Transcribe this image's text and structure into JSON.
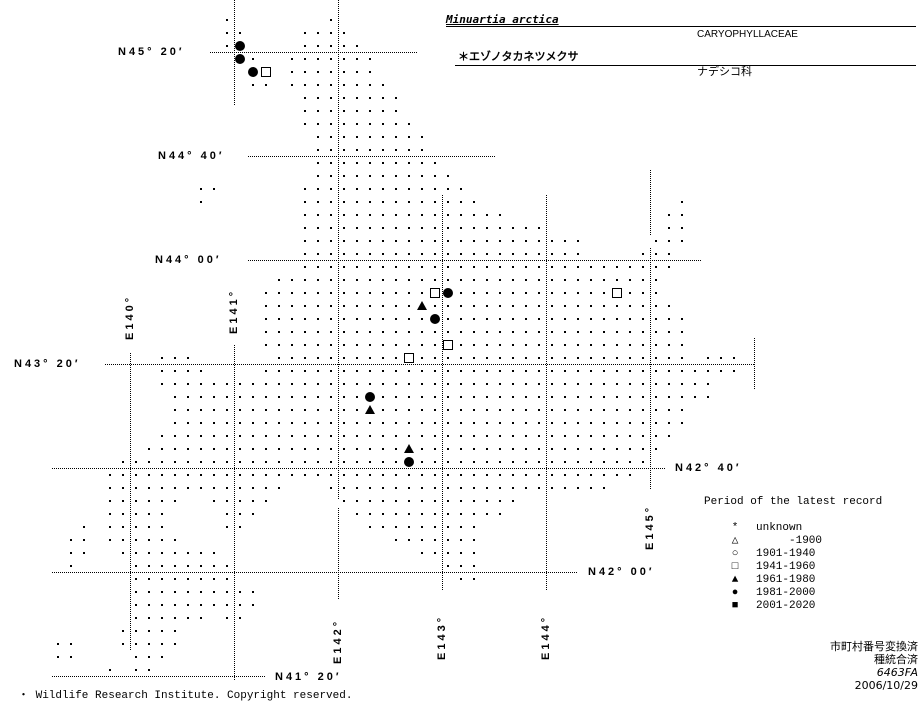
{
  "header": {
    "scientific_name": "Minuartia arctica",
    "family_latin": "CARYOPHYLLACEAE",
    "japanese_name": "＊エゾノタカネツメクサ",
    "family_japanese": "ナデシコ科"
  },
  "grid_labels": {
    "lat": [
      "N45° 20′",
      "N44° 40′",
      "N44° 00′",
      "N43° 20′",
      "N42° 40′",
      "N42° 00′",
      "N41° 20′"
    ],
    "lon": [
      "E140°",
      "E141°",
      "E142°",
      "E143°",
      "E144°",
      "E145°"
    ]
  },
  "legend": {
    "title": "Period of the latest record",
    "items": [
      {
        "symbol": "asterisk-icon",
        "glyph": "*",
        "label": "unknown"
      },
      {
        "symbol": "open-triangle-icon",
        "glyph": "△",
        "label": "     -1900"
      },
      {
        "symbol": "open-circle-icon",
        "glyph": "○",
        "label": "1901-1940"
      },
      {
        "symbol": "open-square-icon",
        "glyph": "□",
        "label": "1941-1960"
      },
      {
        "symbol": "filled-triangle-icon",
        "glyph": "▲",
        "label": "1961-1980"
      },
      {
        "symbol": "filled-circle-icon",
        "glyph": "●",
        "label": "1981-2000"
      },
      {
        "symbol": "filled-square-icon",
        "glyph": "■",
        "label": "2001-2020"
      }
    ]
  },
  "footer": {
    "status_1": "市町村番号変換済",
    "status_2": "種統合済",
    "code": "6463FA",
    "date": "2006/10/29",
    "copyright": "・ Wildlife Research Institute. Copyright reserved."
  }
}
